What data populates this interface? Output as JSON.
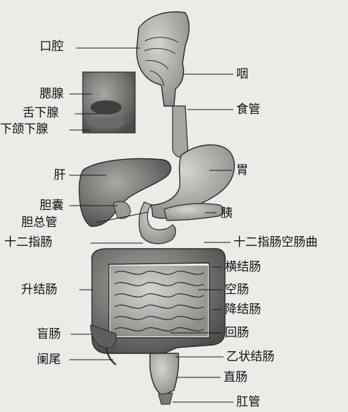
{
  "labels": {
    "mouth": "口腔",
    "pharynx": "咽",
    "parotid": "腮腺",
    "sublingual": "舌下腺",
    "submandibular": "下颌下腺",
    "esophagus": "食管",
    "liver": "肝",
    "stomach": "胃",
    "gallbladder": "胆囊",
    "pancreas": "胰",
    "common_bile_duct": "胆总管",
    "duodenum": "十二指肠",
    "duodenojejunal_flexure": "十二指肠空肠曲",
    "transverse_colon": "横结肠",
    "ascending_colon": "升结肠",
    "jejunum": "空肠",
    "descending_colon": "降结肠",
    "cecum": "盲肠",
    "ileum": "回肠",
    "appendix": "阑尾",
    "sigmoid_colon": "乙状结肠",
    "rectum": "直肠",
    "anus": "肛管"
  },
  "colors": {
    "background": "#ecebe7",
    "organ_fill": "#b9b9b5",
    "organ_stroke": "#2b2b2b",
    "line": "#1a1a1a"
  }
}
